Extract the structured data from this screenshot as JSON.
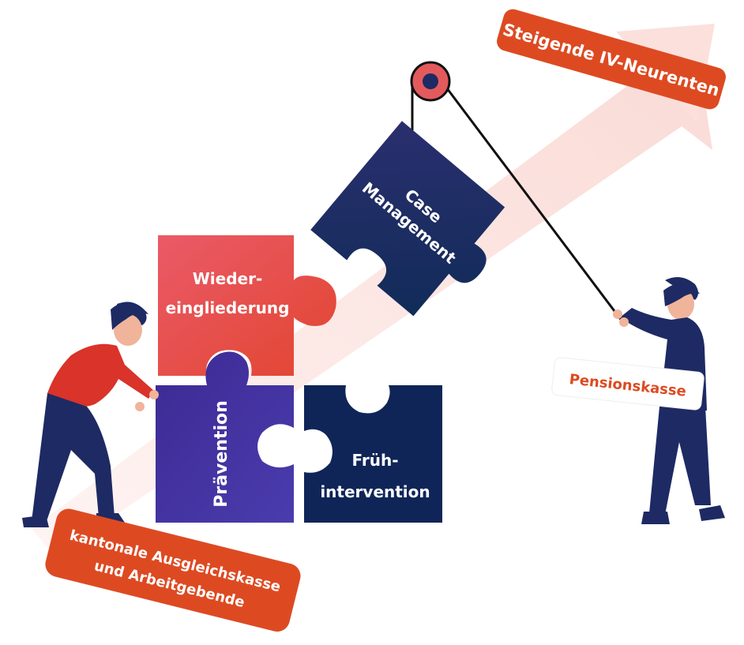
{
  "labels": {
    "top_right_banner": "Steigende IV-Neurenten",
    "piece_case_line1": "Case",
    "piece_case_line2": "Management",
    "piece_wieder_line1": "Wieder-",
    "piece_wieder_line2": "eingliederung",
    "piece_praevention": "Prävention",
    "piece_frueh_line1": "Früh-",
    "piece_frueh_line2": "intervention",
    "sign_pensionskasse": "Pensionskasse",
    "bottom_left_line1": "kantonale Ausgleichskasse",
    "bottom_left_line2": "und Arbeitgebende"
  },
  "colors": {
    "banner_orange": "#dd4a22",
    "piece_navy": "#1f2d5e",
    "piece_purple": "#3b2b8c",
    "piece_red": "#e5505a",
    "arrow_pink": "#fbe3e0",
    "figure_navy": "#1e2a63",
    "figure_red": "#d9332a"
  }
}
